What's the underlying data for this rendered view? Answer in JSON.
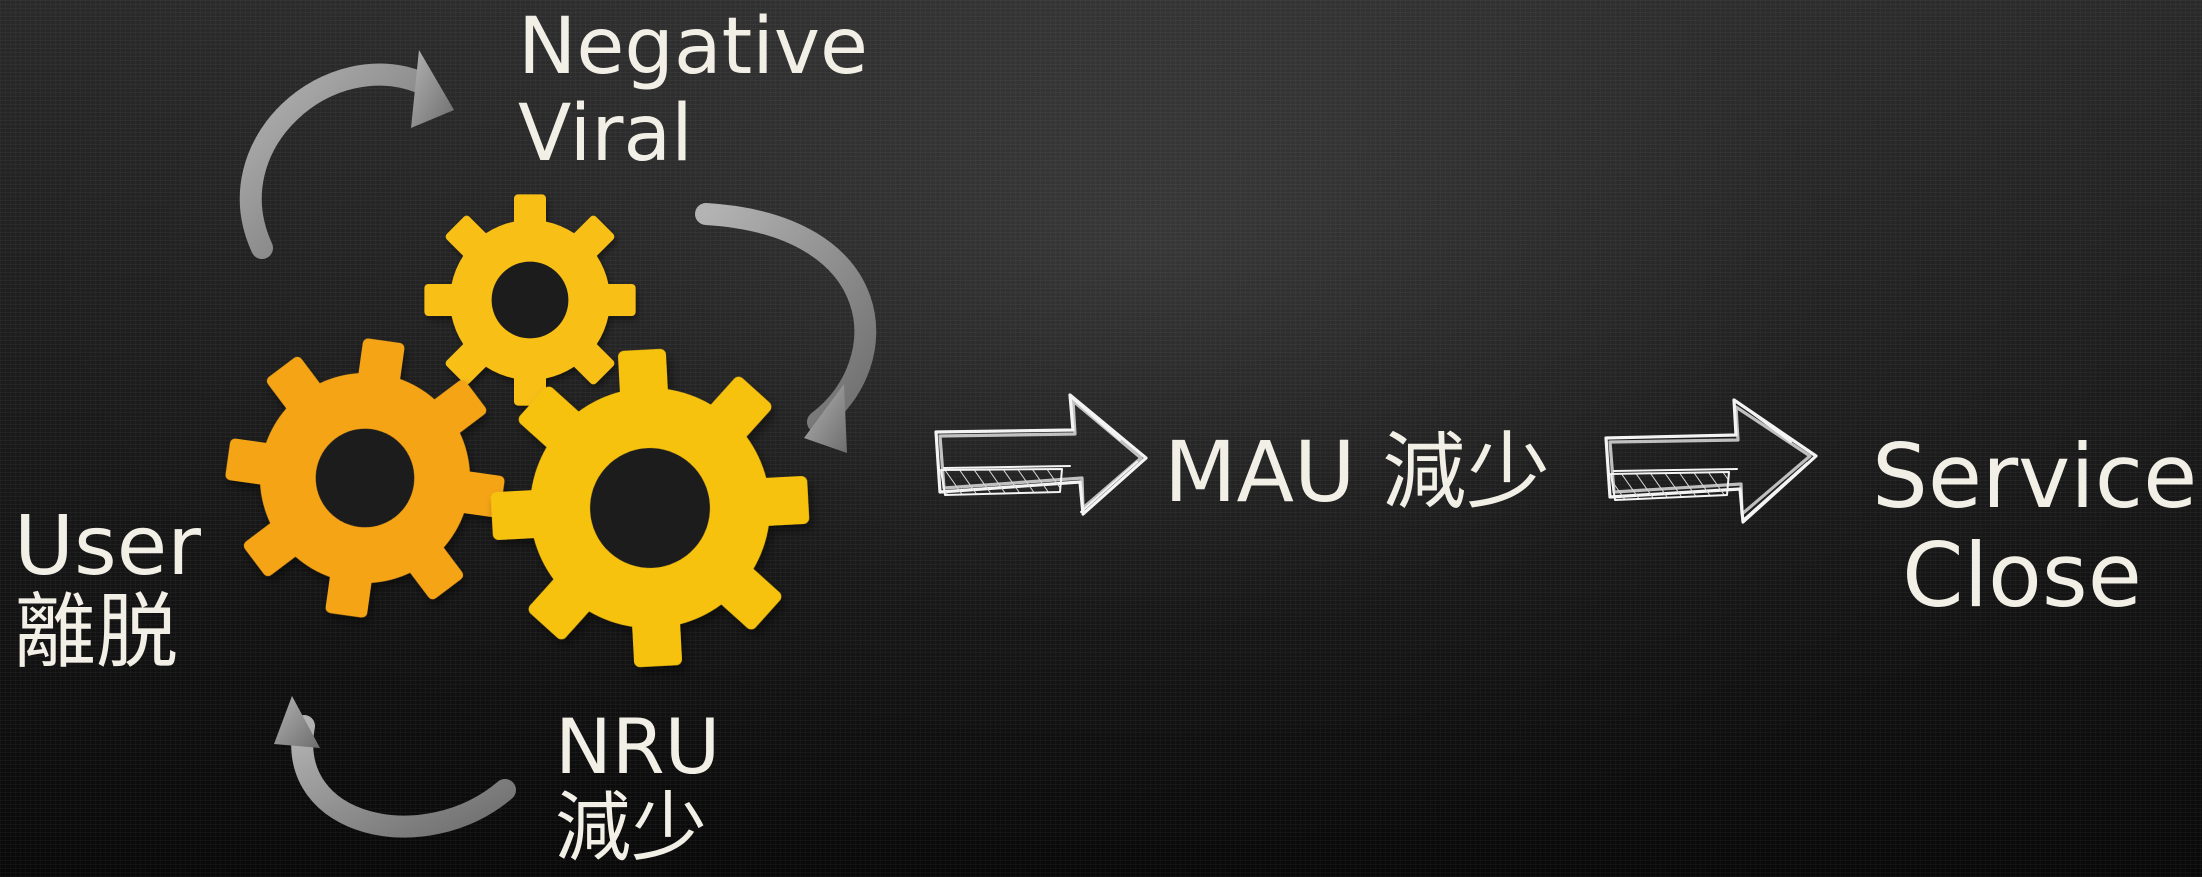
{
  "slide": {
    "loop_label": "Negative\nViral",
    "user_label": "User\n離脱",
    "nru_label": "NRU\n減少",
    "mau_label": "MAU 減少",
    "service_label": "Service\nClose"
  },
  "icons": {
    "gears": "gears-icon",
    "cycle_arrows": "cycle-arrow-icon",
    "sketch_arrows": "sketch-arrow-icon"
  },
  "colors": {
    "background": "#1a1a1a",
    "text": "#f2efe6",
    "gear_yellow": "#f8bf16",
    "gear_orange": "#f5a418",
    "cycle_arrow": "#8f8f8f",
    "sketch_arrow": "#f4f4f4"
  }
}
